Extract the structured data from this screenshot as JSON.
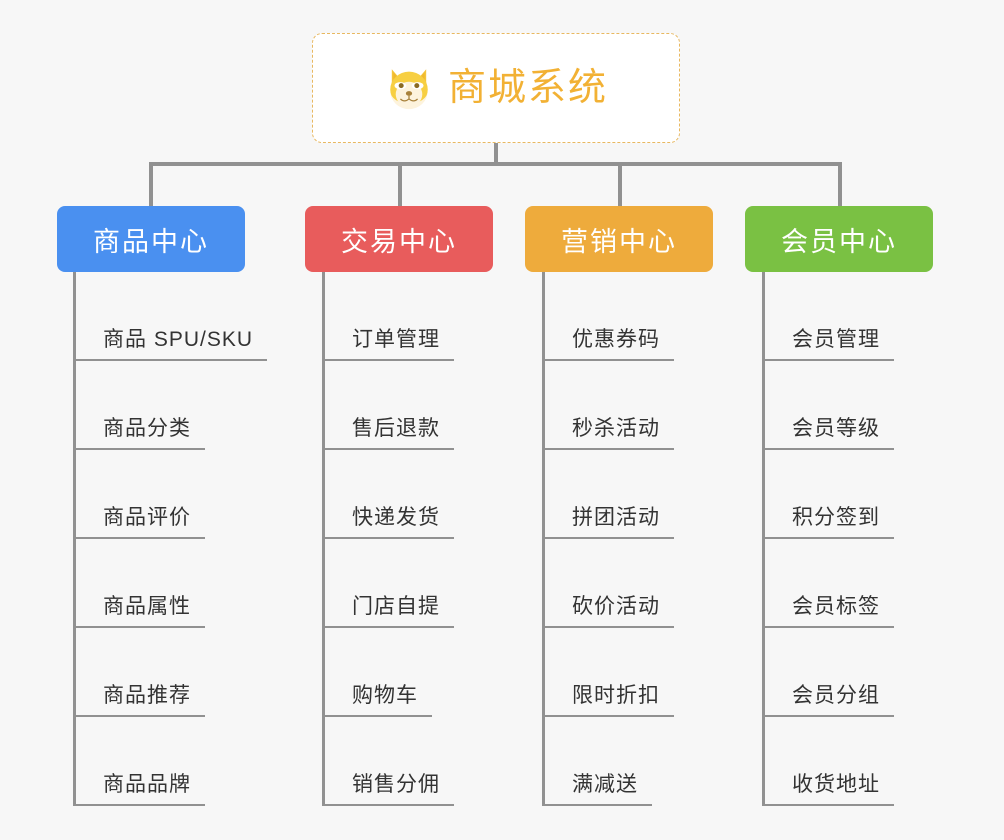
{
  "diagram": {
    "type": "mind-map",
    "background_color": "#f7f7f7",
    "root": {
      "title": "商城系统",
      "icon": "dog-face-emoji",
      "text_color": "#f2b134",
      "border_color": "#e8b860",
      "background_color": "#ffffff"
    },
    "connector_color": "#919191",
    "leaf_text_color": "#333333",
    "categories": [
      {
        "label": "商品中心",
        "color": "#4a90f0",
        "items": [
          "商品 SPU/SKU",
          "商品分类",
          "商品评价",
          "商品属性",
          "商品推荐",
          "商品品牌"
        ]
      },
      {
        "label": "交易中心",
        "color": "#e85c5c",
        "items": [
          "订单管理",
          "售后退款",
          "快递发货",
          "门店自提",
          "购物车",
          "销售分佣"
        ]
      },
      {
        "label": "营销中心",
        "color": "#eeab3c",
        "items": [
          "优惠券码",
          "秒杀活动",
          "拼团活动",
          "砍价活动",
          "限时折扣",
          "满减送"
        ]
      },
      {
        "label": "会员中心",
        "color": "#7ac143",
        "items": [
          "会员管理",
          "会员等级",
          "积分签到",
          "会员标签",
          "会员分组",
          "收货地址"
        ]
      }
    ]
  }
}
